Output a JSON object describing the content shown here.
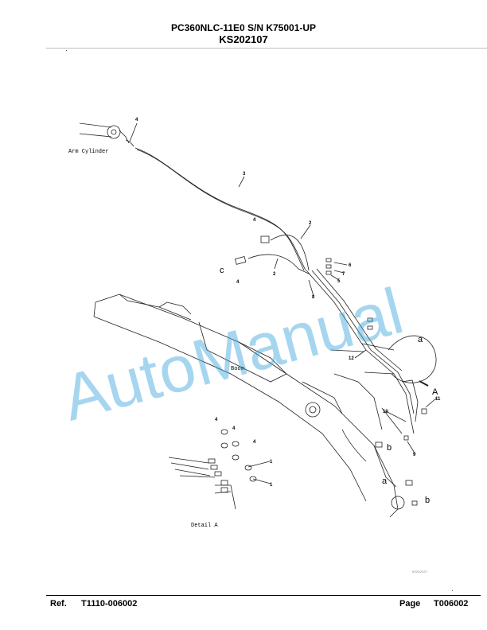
{
  "header": {
    "model": "PC360NLC-11E0 S/N K75001-UP",
    "code": "KS202107"
  },
  "diagram": {
    "labels": {
      "arm_cylinder": "Arm Cylinder",
      "boom": "Boom",
      "detail_a": "Detail A",
      "view_a": "A"
    },
    "callouts": [
      "1",
      "2",
      "3",
      "4",
      "5",
      "6",
      "7",
      "8",
      "9",
      "10",
      "11",
      "12"
    ],
    "letters": {
      "a": "a",
      "b": "b",
      "c": "c"
    },
    "drawing_code": "KS202107"
  },
  "watermark": "AutoManual",
  "footer": {
    "ref_label": "Ref.",
    "ref_value": "T1110-006002",
    "page_label": "Page",
    "page_value": "T006002"
  }
}
